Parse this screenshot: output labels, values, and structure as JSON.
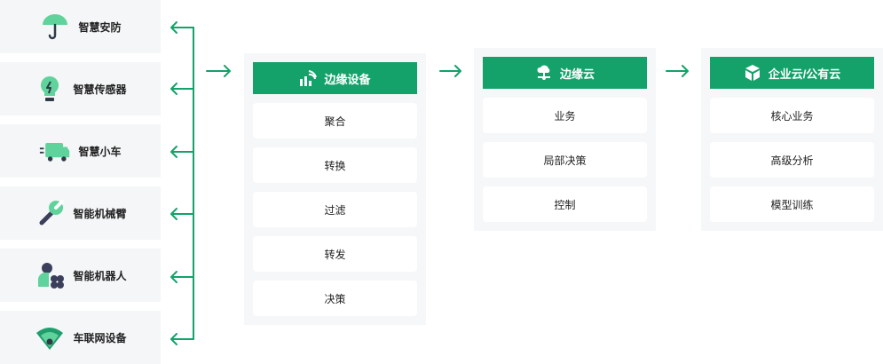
{
  "colors": {
    "accent": "#14a26a",
    "panel": "#f5f7f8",
    "device": "#f4f6f7"
  },
  "devices": [
    {
      "label": "智慧安防",
      "icon": "umbrella-icon"
    },
    {
      "label": "智慧传感器",
      "icon": "lightbulb-icon"
    },
    {
      "label": "智慧小车",
      "icon": "truck-icon"
    },
    {
      "label": "智能机械臂",
      "icon": "wrench-icon"
    },
    {
      "label": "智能机器人",
      "icon": "robot-icon"
    },
    {
      "label": "车联网设备",
      "icon": "wifi-icon"
    }
  ],
  "edge_device": {
    "title": "边缘设备",
    "icon": "signal-icon",
    "items": [
      "聚合",
      "转换",
      "过滤",
      "转发",
      "决策"
    ]
  },
  "edge_cloud": {
    "title": "边缘云",
    "icon": "cloud-network-icon",
    "items": [
      "业务",
      "局部决策",
      "控制"
    ]
  },
  "enterprise_cloud": {
    "title": "企业云/公有云",
    "icon": "cube-icon",
    "items": [
      "核心业务",
      "高级分析",
      "模型训练"
    ]
  }
}
